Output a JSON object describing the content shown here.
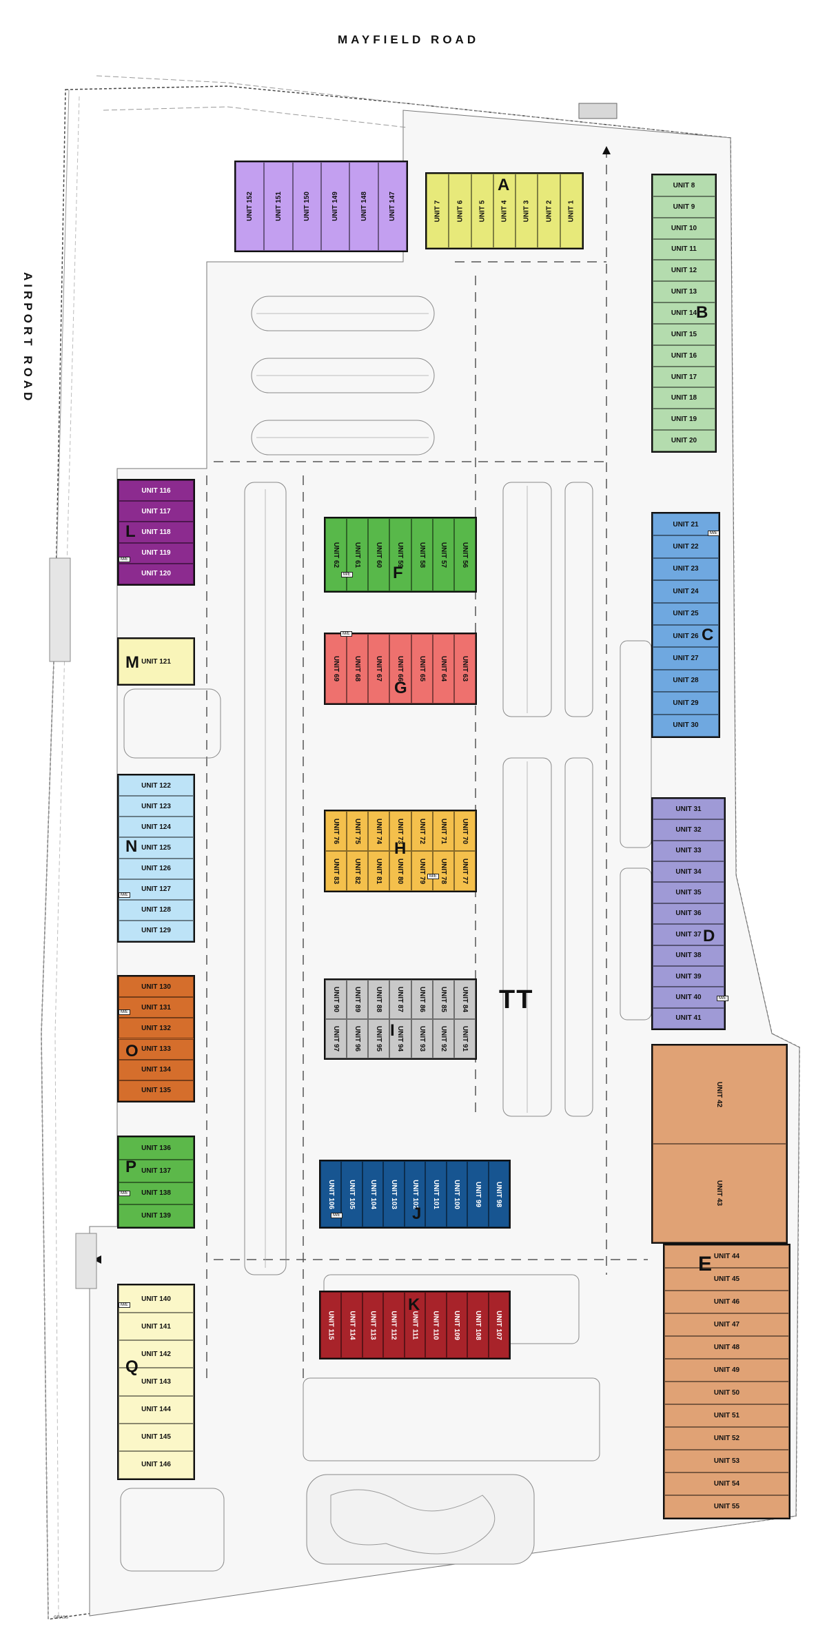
{
  "roads": {
    "north": "MAYFIELD ROAD",
    "west": "AIRPORT ROAD"
  },
  "center_label": "TT",
  "annotations": {
    "me_label": "M/E",
    "grass_label": "GRASS"
  },
  "colors": {
    "A": "#e7e97a",
    "B": "#b4dcae",
    "C": "#6fa8e0",
    "D": "#9f9ad6",
    "E": "#e0a275",
    "F": "#58b84a",
    "G": "#ee716e",
    "H": "#f4c04c",
    "I": "#c9c9c9",
    "J": "#175591",
    "K": "#a8232a",
    "L": "#8c2b8f",
    "M": "#f9f5b9",
    "N": "#bde3f7",
    "O": "#d56e2c",
    "P": "#5cb84a",
    "Q": "#fbf7c8",
    "purple_top": "#c39ff0"
  },
  "buildings": {
    "A": {
      "letter": "A",
      "units": [
        "UNIT 7",
        "UNIT 6",
        "UNIT 5",
        "UNIT 4",
        "UNIT 3",
        "UNIT 2",
        "UNIT 1"
      ]
    },
    "B": {
      "letter": "B",
      "units": [
        "UNIT 8",
        "UNIT 9",
        "UNIT 10",
        "UNIT 11",
        "UNIT 12",
        "UNIT 13",
        "UNIT 14",
        "UNIT 15",
        "UNIT 16",
        "UNIT 17",
        "UNIT 18",
        "UNIT 19",
        "UNIT 20"
      ]
    },
    "C": {
      "letter": "C",
      "units": [
        "UNIT 21",
        "UNIT 22",
        "UNIT 23",
        "UNIT 24",
        "UNIT 25",
        "UNIT 26",
        "UNIT 27",
        "UNIT 28",
        "UNIT 29",
        "UNIT 30"
      ]
    },
    "D": {
      "letter": "D",
      "units": [
        "UNIT 31",
        "UNIT 32",
        "UNIT 33",
        "UNIT 34",
        "UNIT 35",
        "UNIT 36",
        "UNIT 37",
        "UNIT 38",
        "UNIT 39",
        "UNIT 40",
        "UNIT 41"
      ]
    },
    "E": {
      "letter": "E",
      "units_top": [
        "UNIT 42",
        "UNIT 43"
      ],
      "units": [
        "UNIT 44",
        "UNIT 45",
        "UNIT 46",
        "UNIT 47",
        "UNIT 48",
        "UNIT 49",
        "UNIT 50",
        "UNIT 51",
        "UNIT 52",
        "UNIT 53",
        "UNIT 54",
        "UNIT 55"
      ]
    },
    "F": {
      "letter": "F",
      "units": [
        "UNIT 62",
        "UNIT 61",
        "UNIT 60",
        "UNIT 59",
        "UNIT 58",
        "UNIT 57",
        "UNIT 56"
      ]
    },
    "G": {
      "letter": "G",
      "units": [
        "UNIT 69",
        "UNIT 68",
        "UNIT 67",
        "UNIT 66",
        "UNIT 65",
        "UNIT 64",
        "UNIT 63"
      ]
    },
    "H": {
      "letter": "H",
      "top": [
        "UNIT 76",
        "UNIT 75",
        "UNIT 74",
        "UNIT 73",
        "UNIT 72",
        "UNIT 71",
        "UNIT 70"
      ],
      "bottom": [
        "UNIT 83",
        "UNIT 82",
        "UNIT 81",
        "UNIT 80",
        "UNIT 79",
        "UNIT 78",
        "UNIT 77"
      ]
    },
    "I": {
      "letter": "I",
      "top": [
        "UNIT 90",
        "UNIT 89",
        "UNIT 88",
        "UNIT 87",
        "UNIT 86",
        "UNIT 85",
        "UNIT 84"
      ],
      "bottom": [
        "UNIT 97",
        "UNIT 96",
        "UNIT 95",
        "UNIT 94",
        "UNIT 93",
        "UNIT 92",
        "UNIT 91"
      ]
    },
    "J": {
      "letter": "J",
      "units": [
        "UNIT 106",
        "UNIT 105",
        "UNIT 104",
        "UNIT 103",
        "UNIT 102",
        "UNIT 101",
        "UNIT 100",
        "UNIT 99",
        "UNIT 98"
      ]
    },
    "K": {
      "letter": "K",
      "units": [
        "UNIT 115",
        "UNIT 114",
        "UNIT 113",
        "UNIT 112",
        "UNIT 111",
        "UNIT 110",
        "UNIT 109",
        "UNIT 108",
        "UNIT 107"
      ]
    },
    "L": {
      "letter": "L",
      "units": [
        "UNIT 116",
        "UNIT 117",
        "UNIT 118",
        "UNIT 119",
        "UNIT 120"
      ]
    },
    "M": {
      "letter": "M",
      "units": [
        "UNIT 121"
      ]
    },
    "N": {
      "letter": "N",
      "units": [
        "UNIT 122",
        "UNIT 123",
        "UNIT 124",
        "UNIT 125",
        "UNIT 126",
        "UNIT 127",
        "UNIT 128",
        "UNIT 129"
      ]
    },
    "O": {
      "letter": "O",
      "units": [
        "UNIT 130",
        "UNIT 131",
        "UNIT 132",
        "UNIT 133",
        "UNIT 134",
        "UNIT 135"
      ]
    },
    "P": {
      "letter": "P",
      "units": [
        "UNIT 136",
        "UNIT 137",
        "UNIT 138",
        "UNIT 139"
      ]
    },
    "Q": {
      "letter": "Q",
      "units": [
        "UNIT 140",
        "UNIT 141",
        "UNIT 142",
        "UNIT 143",
        "UNIT 144",
        "UNIT 145",
        "UNIT 146"
      ]
    },
    "purple_top": {
      "units": [
        "UNIT 152",
        "UNIT 151",
        "UNIT 150",
        "UNIT 149",
        "UNIT 148",
        "UNIT 147"
      ]
    }
  }
}
